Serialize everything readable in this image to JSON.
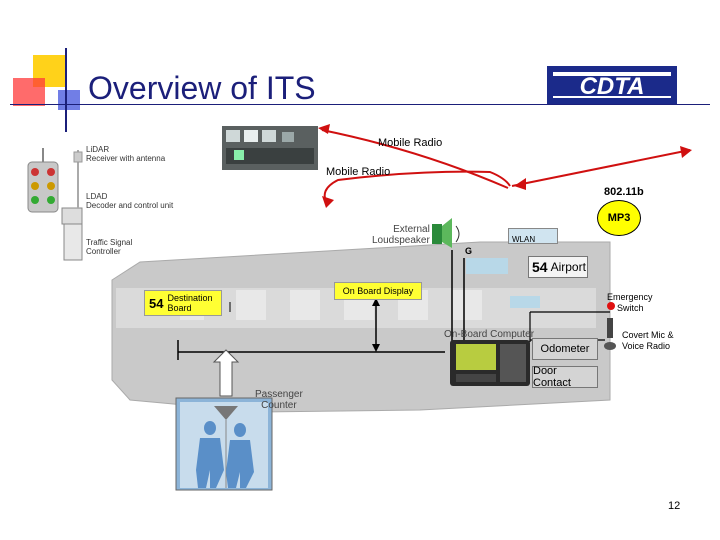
{
  "slide": {
    "title": "Overview of ITS",
    "page_number": "12"
  },
  "logo": {
    "text": "CDTA",
    "color": "#1b2a8a"
  },
  "labels": {
    "mobile_radio_top": "Mobile Radio",
    "mobile_radio_mid": "Mobile Radio",
    "wifi": "802.11b",
    "mp3": "MP3",
    "wlan": "WLAN",
    "gps": "G",
    "external_speaker_line1": "External",
    "external_speaker_line2": "Loudspeaker",
    "route_number": "54",
    "route_name": "Airport",
    "dest_number": "54",
    "dest_line1": "Destination",
    "dest_line2": "Board",
    "onboard_display": "On Board Display",
    "onboard_computer": "On-Board Computer",
    "odometer": "Odometer",
    "door_contact": "Door Contact",
    "emergency_line1": "Emergency",
    "emergency_line2": "Switch",
    "covert_line1": "Covert Mic &",
    "covert_line2": "Voice Radio",
    "passenger_line1": "Passenger",
    "passenger_line2": "Counter",
    "lidar_line1": "LiDAR",
    "lidar_line2": "Receiver with antenna",
    "ldad_line1": "LDAD",
    "ldad_line2": "Decoder and control unit",
    "traffic_line1": "Traffic Signal",
    "traffic_line2": "Controller"
  },
  "colors": {
    "title": "#1b1f7a",
    "radio_arrow": "#d01010",
    "wifi_arrow": "#d01010",
    "mp3_fill": "#ffff00",
    "bus_body": "#c9c9c9",
    "highlight_box": "#ffff33",
    "odometer_box": "#d4d4d4"
  }
}
